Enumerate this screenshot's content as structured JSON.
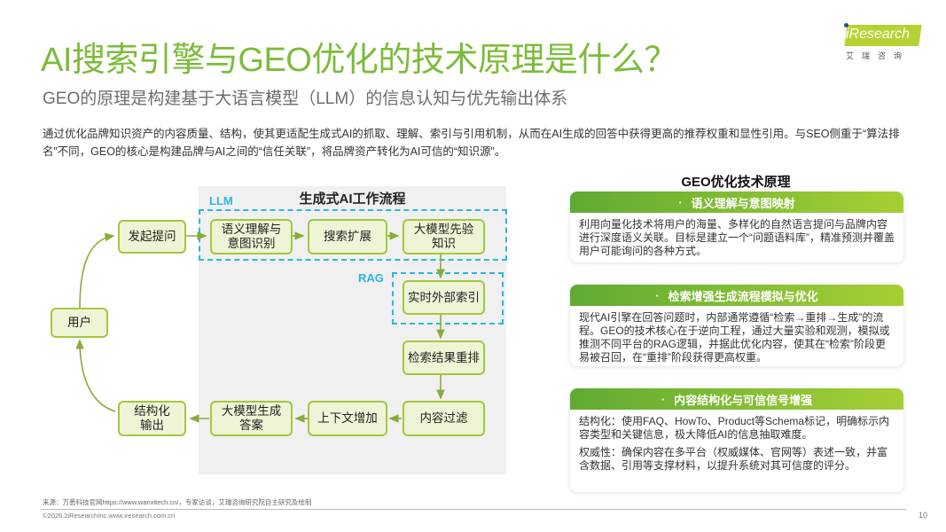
{
  "header": {
    "title": "AI搜索引擎与GEO优化的技术原理是什么？",
    "subtitle": "GEO的原理是构建基于大语言模型（LLM）的信息认知与优先输出体系",
    "logo": {
      "brand": "iResearch",
      "cn": "艾瑞咨询",
      "band_color": "#b6d334"
    }
  },
  "intro": "通过优化品牌知识资产的内容质量、结构，使其更适配生成式AI的抓取、理解、索引与引用机制，从而在AI生成的回答中获得更高的推荐权重和显性引用。与SEO侧重于“算法排名”不同，GEO的核心是构建品牌与AI之间的“信任关联”，将品牌资产转化为AI可信的“知识源”。",
  "diagram": {
    "title": "生成式AI工作流程",
    "llm_label": "LLM",
    "rag_label": "RAG",
    "nodes": {
      "user": "用户",
      "ask": "发起提问",
      "semantic": "语义理解与\n意图识别",
      "expand": "搜索扩展",
      "prior": "大模型先验\n知识",
      "realtime": "实时外部索引",
      "rerank": "检索结果重排",
      "filter": "内容过滤",
      "context": "上下文增加",
      "generate": "大模型生成\n答案",
      "output": "结构化\n输出"
    },
    "colors": {
      "node_border": "#a3c83c",
      "node_fill": "#eef4d6",
      "arrow": "#8aab3a",
      "dash": "#29b8dd",
      "bg": "#f0f0f0"
    }
  },
  "panel": {
    "title": "GEO优化技术原理",
    "cards": [
      {
        "heading": "语义理解与意图映射",
        "paragraphs": [
          "利用向量化技术将用户的海量、多样化的自然语言提问与品牌内容进行深度语义关联。目标是建立一个“问题语料库”，精准预测并覆盖用户可能询问的各种方式。"
        ]
      },
      {
        "heading": "检索增强生成流程模拟与优化",
        "paragraphs": [
          "现代AI引擎在回答问题时，内部通常遵循“检索→重排→生成”的流程。GEO的技术核心在于逆向工程，通过大量实验和观测，模拟或推测不同平台的RAG逻辑，并据此优化内容，使其在“检索”阶段更易被召回，在“重排”阶段获得更高权重。"
        ]
      },
      {
        "heading": "内容结构化与可信信号增强",
        "paragraphs": [
          "结构化：使用FAQ、HowTo、Product等Schema标记，明确标示内容类型和关键信息，极大降低AI的信息抽取难度。",
          "权威性：确保内容在多平台（权威媒体、官网等）表述一致，并富含数据、引用等支撑材料，以提升系统对其可信度的评分。"
        ]
      }
    ],
    "bullet": "·"
  },
  "footer": {
    "source": "来源：万悉科技官网https://www.wanxitech.cn/，专家访谈，艾瑞咨询研究院自主研究及绘制",
    "copyright": "©2026.2iResearchInc.www.iresearch.com.cn",
    "page_number": "10"
  }
}
